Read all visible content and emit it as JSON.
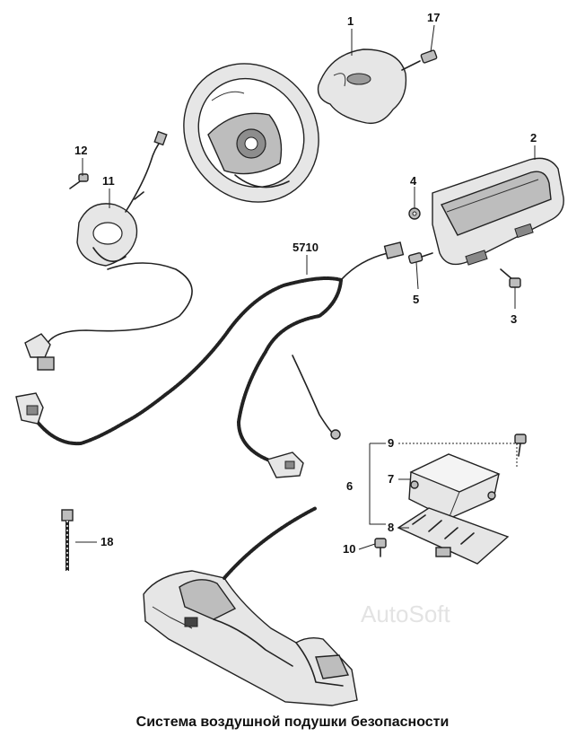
{
  "caption": "Система воздушной подушки безопасности",
  "watermark": "AutoSoft",
  "callouts": {
    "c1": "1",
    "c17": "17",
    "c2": "2",
    "c4": "4",
    "c5": "5",
    "c3": "3",
    "c12": "12",
    "c11": "11",
    "c5710": "5710",
    "c9": "9",
    "c6": "6",
    "c7": "7",
    "c8": "8",
    "c10": "10",
    "c18": "18"
  }
}
